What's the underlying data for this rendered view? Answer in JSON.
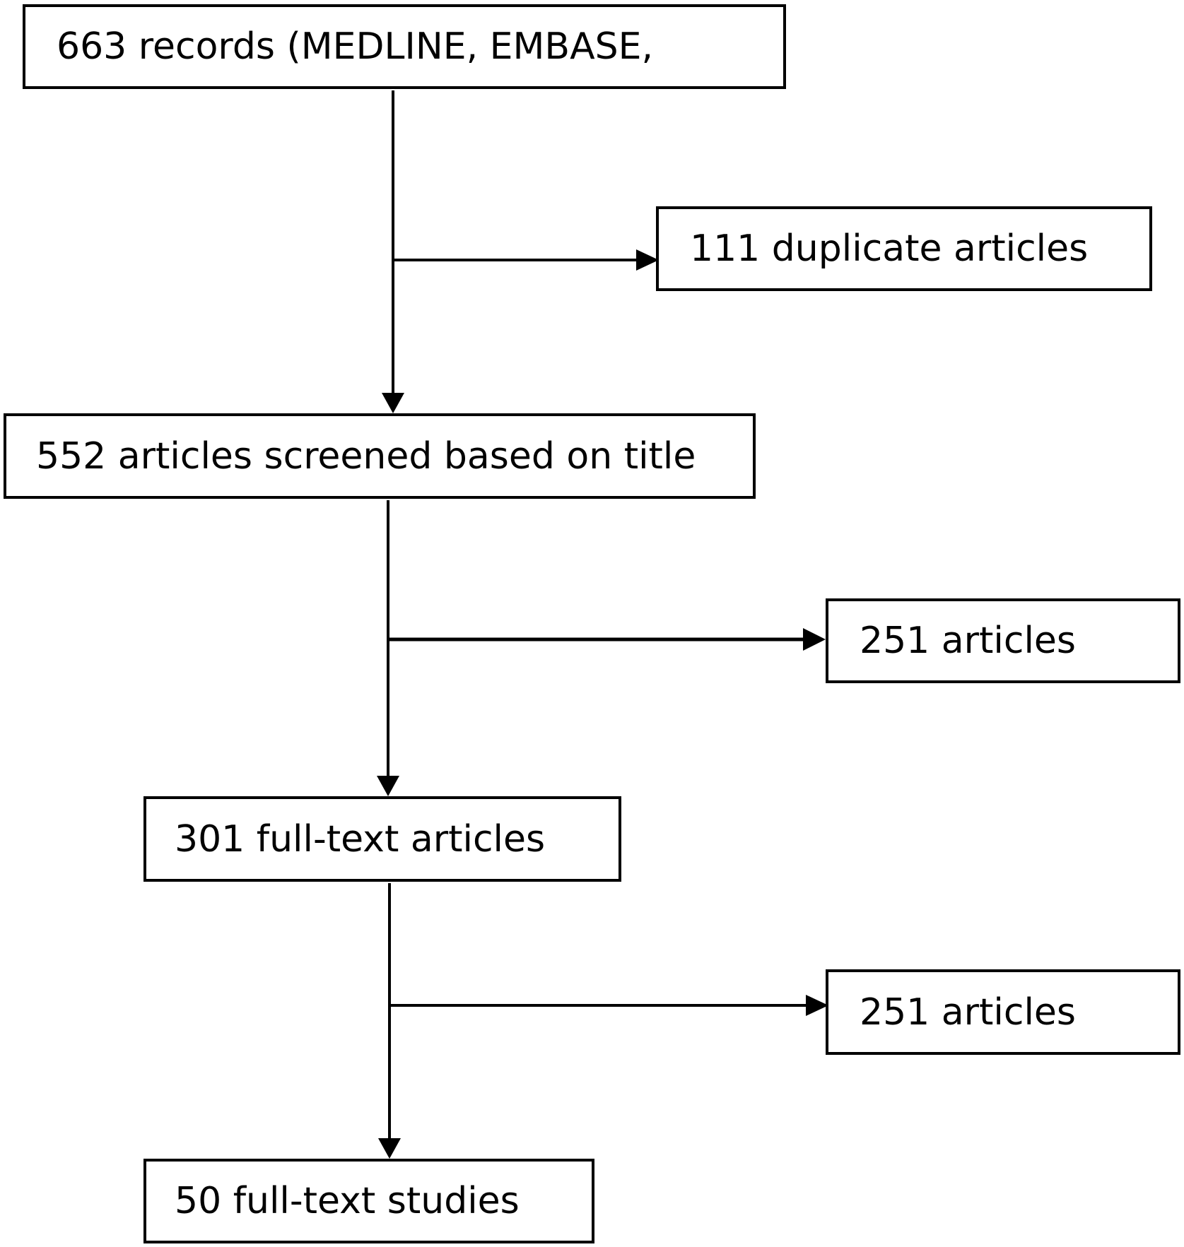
{
  "nodes": {
    "records": "663 records (MEDLINE, EMBASE,",
    "duplicates": "111 duplicate articles",
    "screened": "552 articles screened based on title",
    "excluded_1": "251 articles",
    "fulltext": "301 full-text articles",
    "excluded_2": "251 articles",
    "studies": "50 full-text studies"
  },
  "colors": {
    "line": "#000000",
    "box_border": "#000000",
    "background": "#ffffff"
  }
}
